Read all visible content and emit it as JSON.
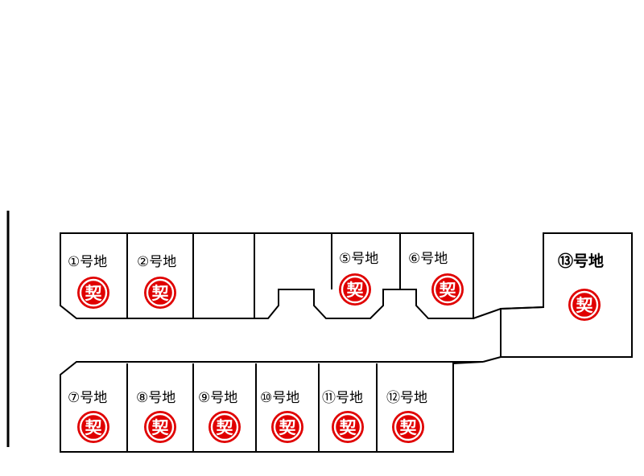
{
  "lots": [
    {
      "id": "1",
      "label": "①号地",
      "status": "契"
    },
    {
      "id": "2",
      "label": "②号地",
      "status": "契"
    },
    {
      "id": "5",
      "label": "⑤号地",
      "status": "契"
    },
    {
      "id": "6",
      "label": "⑥号地",
      "status": "契"
    },
    {
      "id": "7",
      "label": "⑦号地",
      "status": "契"
    },
    {
      "id": "8",
      "label": "⑧号地",
      "status": "契"
    },
    {
      "id": "9",
      "label": "⑨号地",
      "status": "契"
    },
    {
      "id": "10",
      "label": "⑩号地",
      "status": "契"
    },
    {
      "id": "11",
      "label": "⑪号地",
      "status": "契"
    },
    {
      "id": "12",
      "label": "⑫号地",
      "status": "契"
    },
    {
      "id": "13",
      "label": "⑬号地",
      "status": "契"
    }
  ],
  "colors": {
    "stamp": "#e00000",
    "line": "#000000"
  }
}
